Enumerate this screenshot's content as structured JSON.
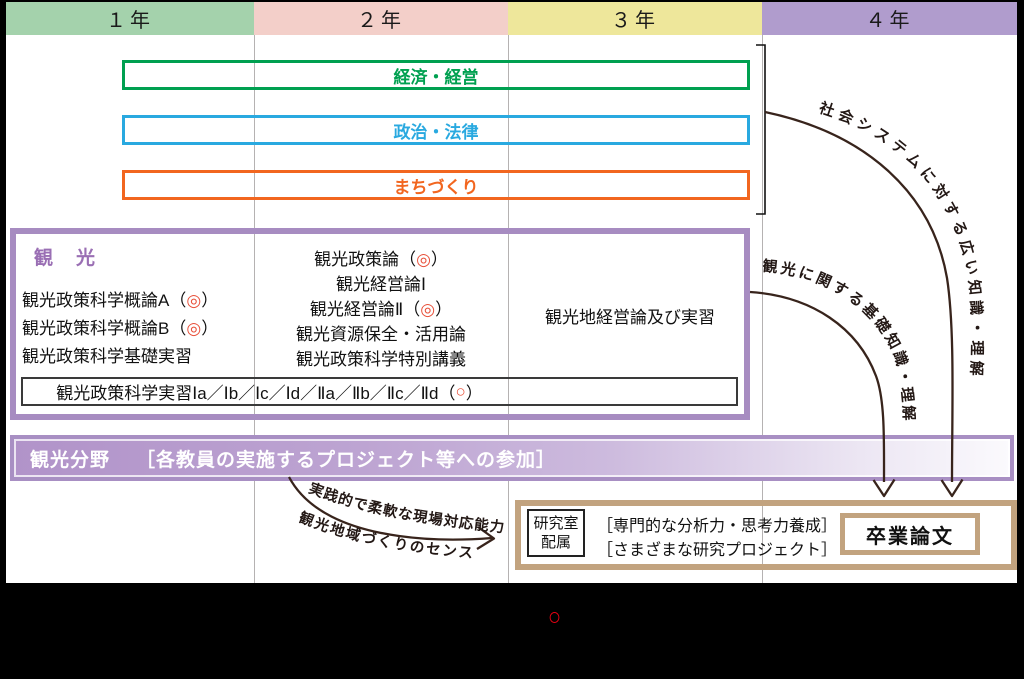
{
  "header": {
    "years": [
      "１年",
      "２年",
      "３年",
      "４年"
    ]
  },
  "subject_bars": [
    {
      "label": "経済・経営",
      "color": "#00a050"
    },
    {
      "label": "政治・法律",
      "color": "#29a9e0"
    },
    {
      "label": "まちづくり",
      "color": "#f2661f"
    }
  ],
  "tourism_box": {
    "title": "観　光",
    "year1": [
      {
        "text": "観光政策科学概論A（",
        "mark": "◎",
        "close": "）"
      },
      {
        "text": "観光政策科学概論B（",
        "mark": "◎",
        "close": "）"
      },
      {
        "text": "観光政策科学基礎実習"
      }
    ],
    "year2": [
      {
        "text": "観光政策論（",
        "mark": "◎",
        "close": "）"
      },
      {
        "text": "観光経営論Ⅰ"
      },
      {
        "text": "観光経営論Ⅱ（",
        "mark": "◎",
        "close": "）"
      },
      {
        "text": "観光資源保全・活用論"
      },
      {
        "text": "観光政策科学特別講義"
      }
    ],
    "year3": [
      {
        "text": "観光地経営論及び実習"
      }
    ],
    "practicum": {
      "text": "観光政策科学実習Ⅰa／Ⅰb／Ⅰc／Ⅰd／Ⅱa／Ⅱb／Ⅱc／Ⅱd（",
      "mark": "○",
      "close": "）"
    }
  },
  "field_band": {
    "label": "観光分野",
    "note": "［各教員の実施するプロジェクト等への参加］"
  },
  "curve_labels": {
    "social": "社会システムに対する広い知識・理解",
    "tourism_basic": "観光に関する基礎知識・理解",
    "practical1": "実践的で柔軟な現場対応能力",
    "practical2": "観光地域づくりのセンス"
  },
  "research_box": {
    "lab_line1": "研究室",
    "lab_line2": "配属",
    "notes": [
      "［専門的な分析力・思考力養成］",
      "［さまざまな研究プロジェクト］"
    ],
    "thesis": "卒業論文"
  },
  "legend": {
    "mark": "○",
    "mark_color": "#e60012"
  },
  "colors": {
    "year1_header": "#a4d2ac",
    "year2_header": "#f3cfc9",
    "year3_header": "#eee79b",
    "year4_header": "#b09ccd",
    "economics_green": "#00a050",
    "politics_blue": "#29a9e0",
    "machizukuri_orange": "#f2661f",
    "tourism_purple": "#a78cc1",
    "band_purple": "#a88fc3",
    "research_tan": "#c2a37f",
    "course_mark_red": "#e8503a",
    "arrow_brown": "#38241c"
  }
}
